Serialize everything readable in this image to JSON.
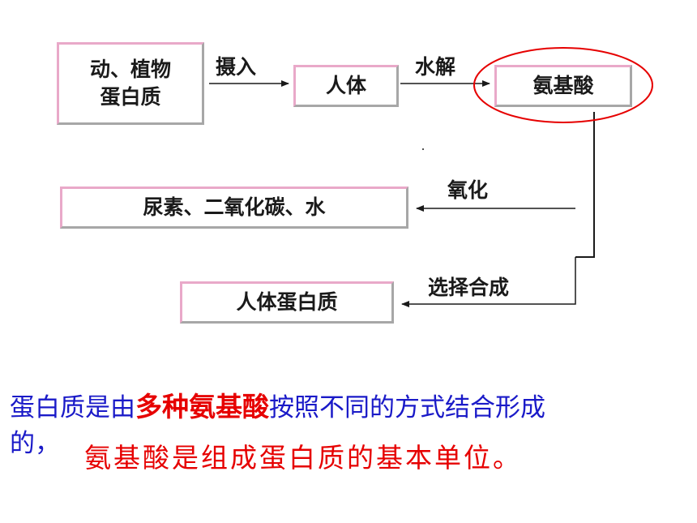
{
  "diagram": {
    "box_food_protein": "动、植物\n蛋白质",
    "box_human_body": "人体",
    "box_amino_acid": "氨基酸",
    "box_waste": "尿素、二氧化碳、水",
    "box_body_protein": "人体蛋白质",
    "label_intake": "摄入",
    "label_hydrolysis": "水解",
    "label_oxidation": "氧化",
    "label_synthesis": "选择合成"
  },
  "text": {
    "sentence_part1": "蛋白质是由",
    "sentence_highlight": "多种氨基酸",
    "sentence_part2": "按照不同的方式结合形成",
    "sentence_part3": "的，",
    "conclusion": "氨基酸是组成蛋白质的基本单位。"
  },
  "colors": {
    "box_border": "#e9a9c9",
    "highlight_ellipse": "#e60000",
    "body_text": "#1a1ac8",
    "emphasis_text": "#e60000"
  }
}
